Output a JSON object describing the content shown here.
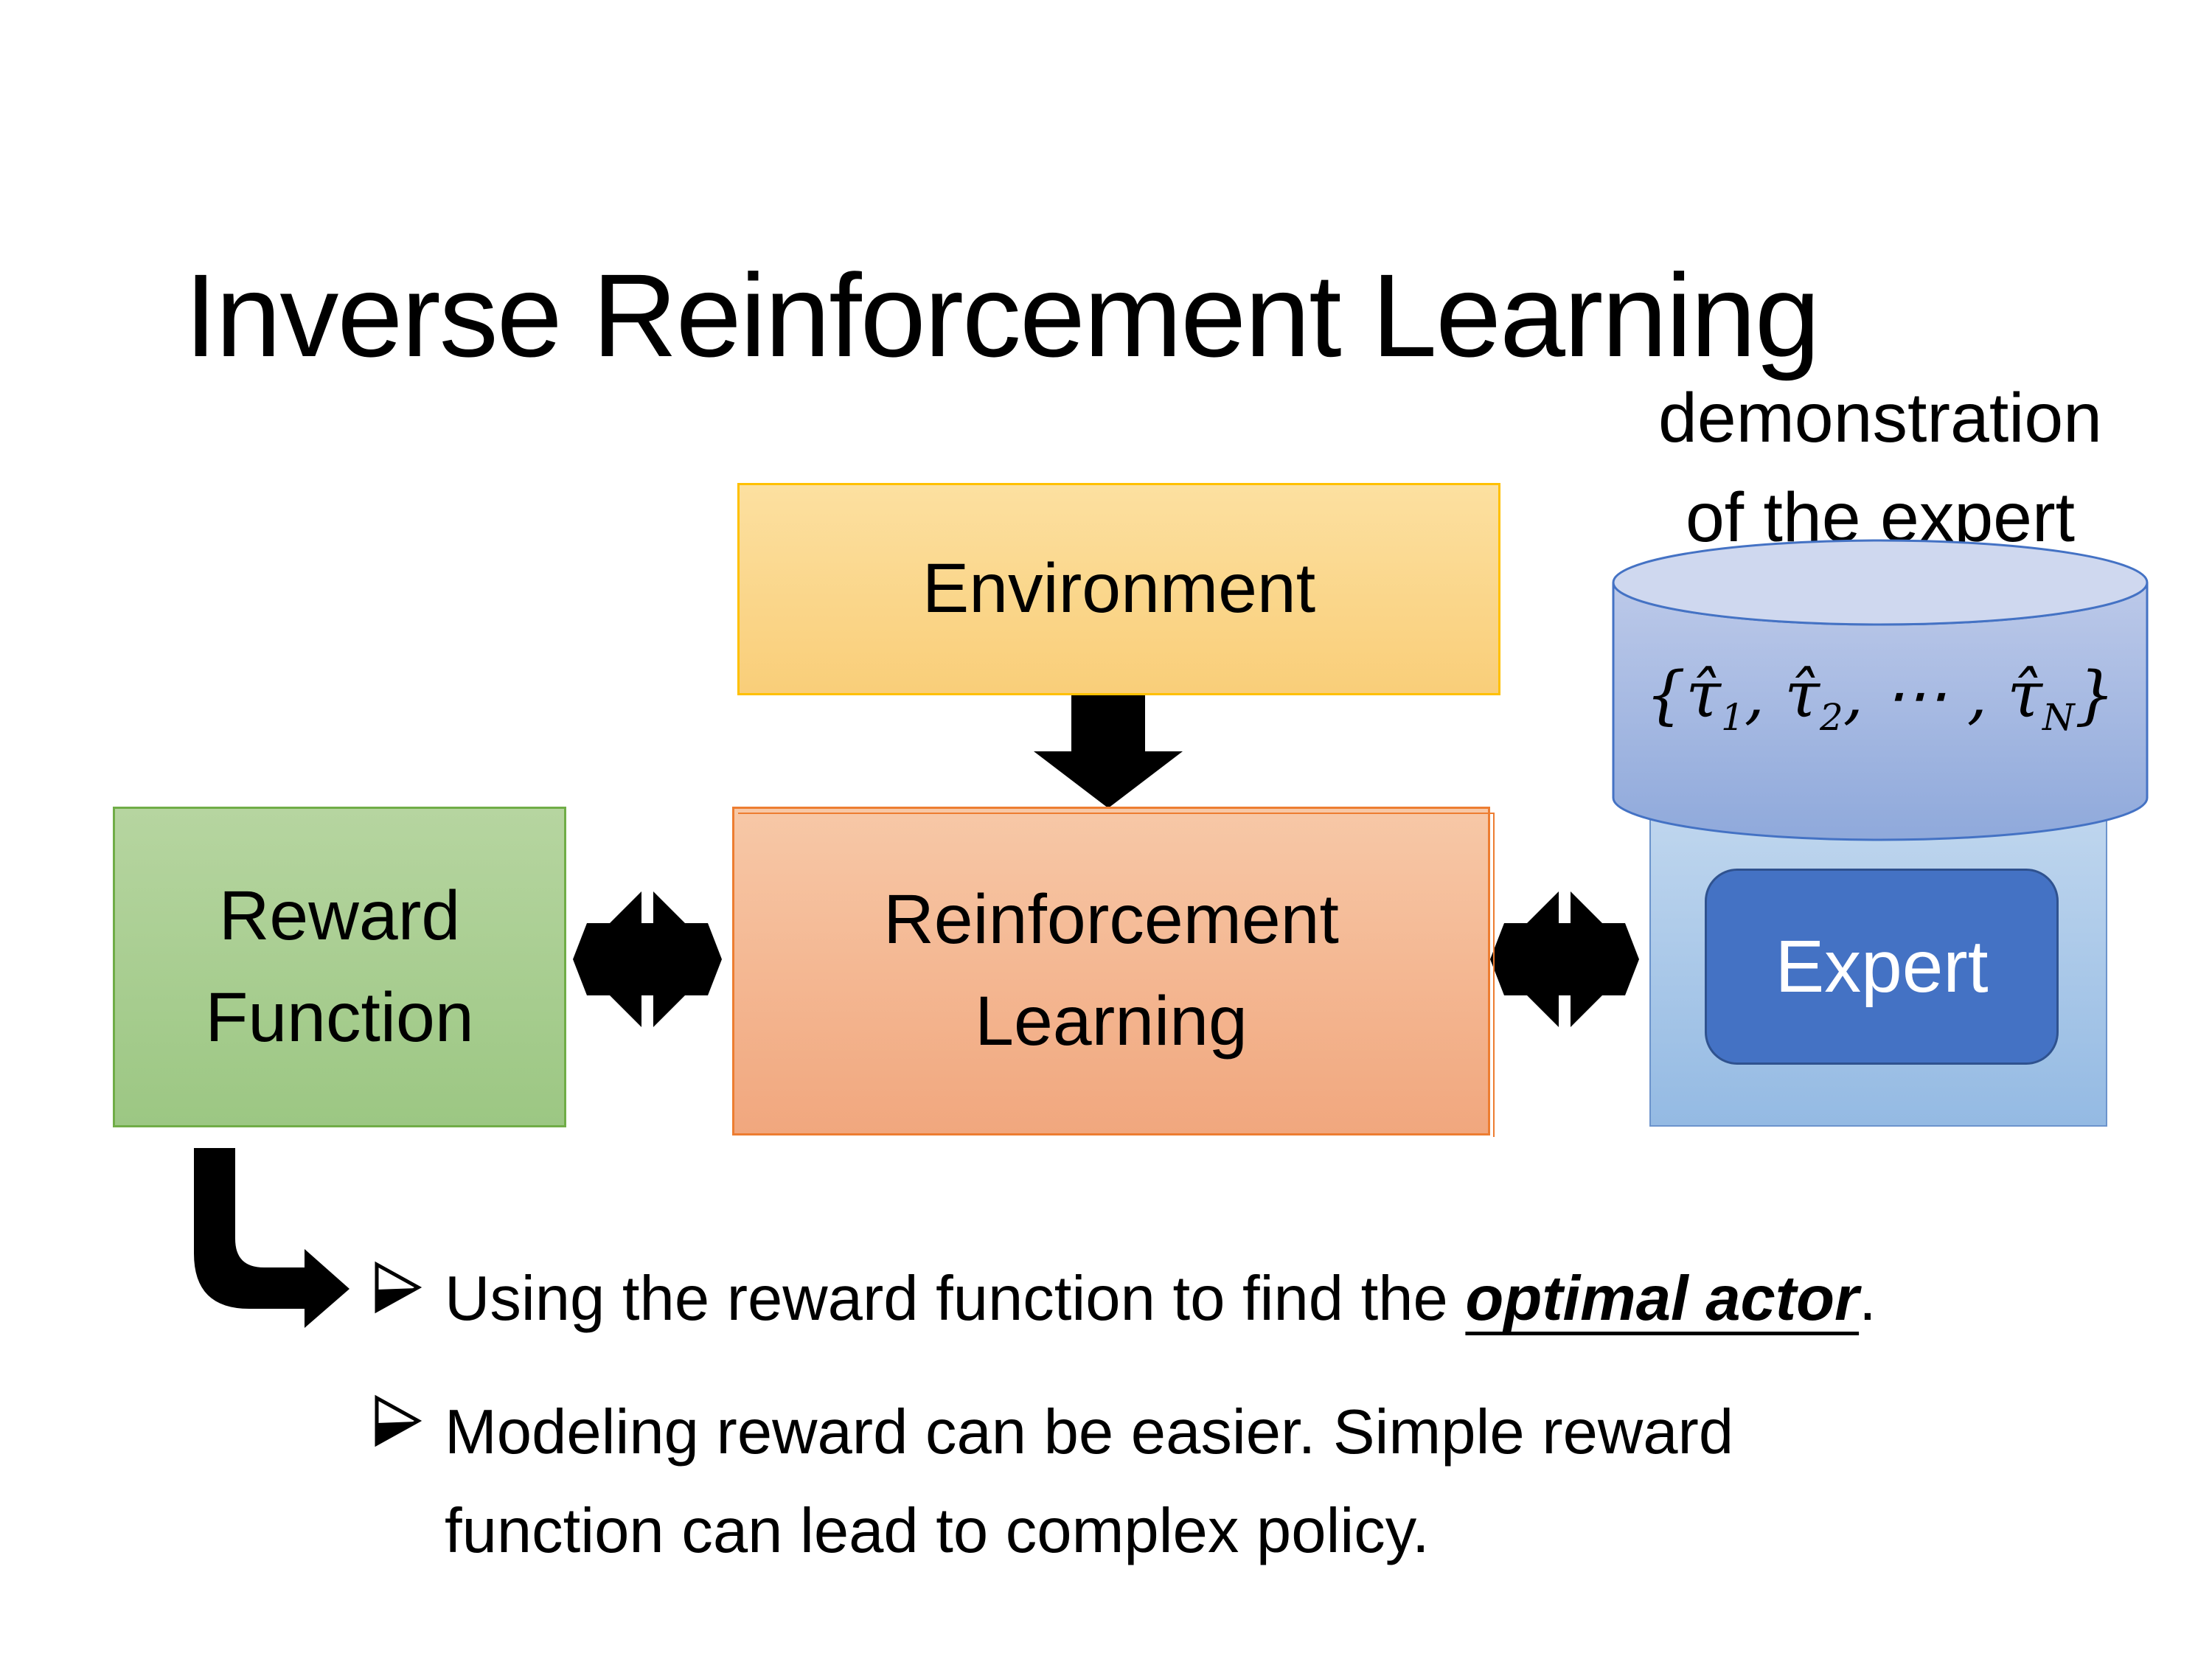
{
  "slide": {
    "title": "Inverse Reinforcement Learning",
    "demo_label": {
      "line1": "demonstration",
      "line2": "of the expert"
    },
    "boxes": {
      "environment": "Environment",
      "reward_line1": "Reward",
      "reward_line2": "Function",
      "rl_line1": "Reinforcement",
      "rl_line2": "Learning",
      "expert": "Expert"
    },
    "formula": {
      "open": "{",
      "tau1": "τ̂",
      "sub1": "1",
      "comma1": ", ",
      "tau2": "τ̂",
      "sub2": "2",
      "dots": ", ⋯ , ",
      "tau3": "τ̂",
      "subN": "N",
      "close": "}"
    },
    "bullets": {
      "item1": {
        "prefix": "Using the reward function to find the ",
        "emphasis": "optimal actor",
        "suffix": "."
      },
      "item2": {
        "text": "Modeling reward can be easier. Simple reward function can lead to complex policy."
      }
    },
    "icons": {
      "down_arrow": "down-block-arrow",
      "double_arrow_left": "left-right-double-arrow",
      "double_arrow_right": "left-right-double-arrow",
      "bent_arrow": "elbow-arrow-down-right",
      "bullet": "three-d-arrowhead",
      "cylinder": "database-cylinder"
    },
    "colors": {
      "env_fill_top": "#FCE0A0",
      "env_fill_bottom": "#F9CE79",
      "env_border": "#FFC000",
      "rl_fill_top": "#F7C8A7",
      "rl_fill_bottom": "#F1A77E",
      "rl_border": "#ED7D31",
      "green_fill_top": "#B6D5A0",
      "green_fill_bottom": "#9CC783",
      "green_border": "#70AD47",
      "container_fill_top": "#BFD6EE",
      "container_fill_bottom": "#94BAE3",
      "container_border": "#6C94CC",
      "cylinder_fill_top": "#BCC9E9",
      "cylinder_fill_bottom": "#8FA9DB",
      "cylinder_top_face": "#CFD8EF",
      "cylinder_border": "#4472C4",
      "expert_fill": "#4472C4",
      "expert_border": "#2F528F",
      "expert_text": "#FFFFFF",
      "arrow_color": "#000000",
      "text_color": "#000000",
      "background": "#FFFFFF"
    }
  }
}
